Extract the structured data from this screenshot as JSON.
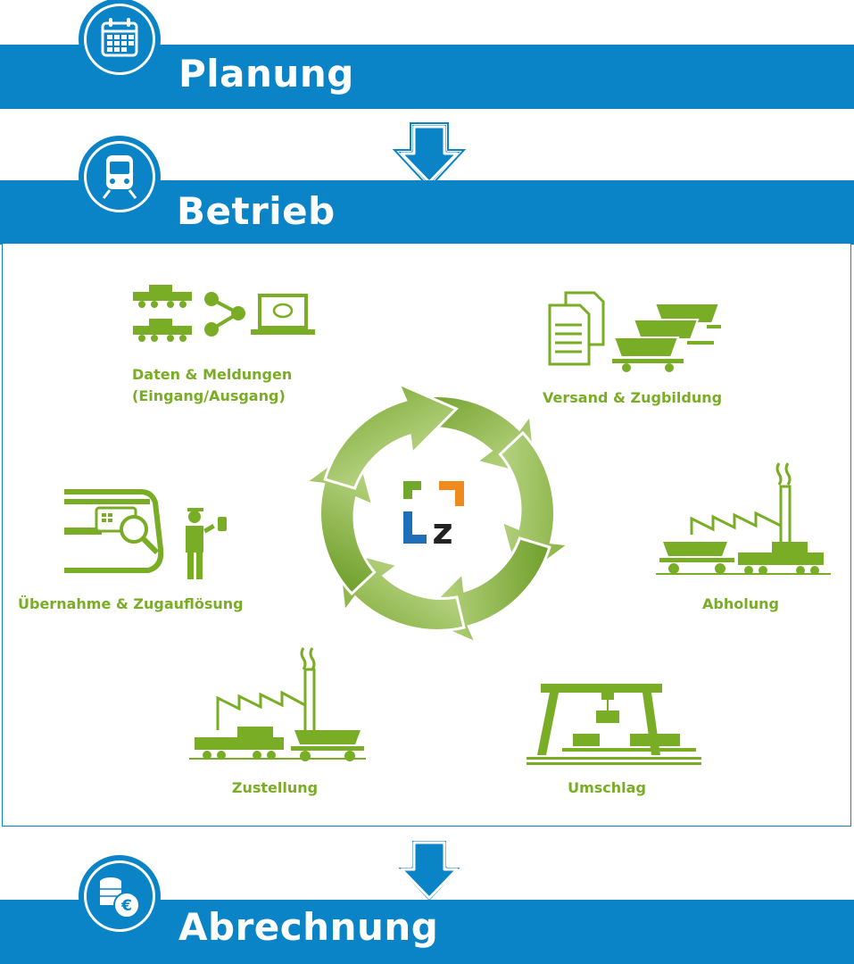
{
  "phases": {
    "planning": {
      "title": "Planung",
      "icon": "calendar-icon"
    },
    "operation": {
      "title": "Betrieb",
      "icon": "train-icon"
    },
    "billing": {
      "title": "Abrechnung",
      "icon": "coins-euro-icon"
    }
  },
  "cycle": {
    "logo_letter": "z",
    "steps": [
      {
        "id": "data",
        "label_line1": "Daten & Meldungen",
        "label_line2": "(Eingang/Ausgang)",
        "icon": "locomotive-share-laptop-icon"
      },
      {
        "id": "dispatch",
        "label": "Versand & Zugbildung",
        "icon": "documents-wagons-icon"
      },
      {
        "id": "pickup",
        "label": "Abholung",
        "icon": "factory-locomotive-icon"
      },
      {
        "id": "transshipment",
        "label": "Umschlag",
        "icon": "gantry-crane-icon"
      },
      {
        "id": "delivery",
        "label": "Zustellung",
        "icon": "factory-delivery-icon"
      },
      {
        "id": "takeover",
        "label": "Übernahme & Zugauflösung",
        "icon": "inspector-tablet-icon"
      }
    ]
  },
  "colors": {
    "brand_blue": "#0a84c6",
    "green": "#79ad26",
    "logo_green": "#6fa82a",
    "logo_orange": "#f08a1c",
    "logo_blue": "#1f6fb8"
  }
}
